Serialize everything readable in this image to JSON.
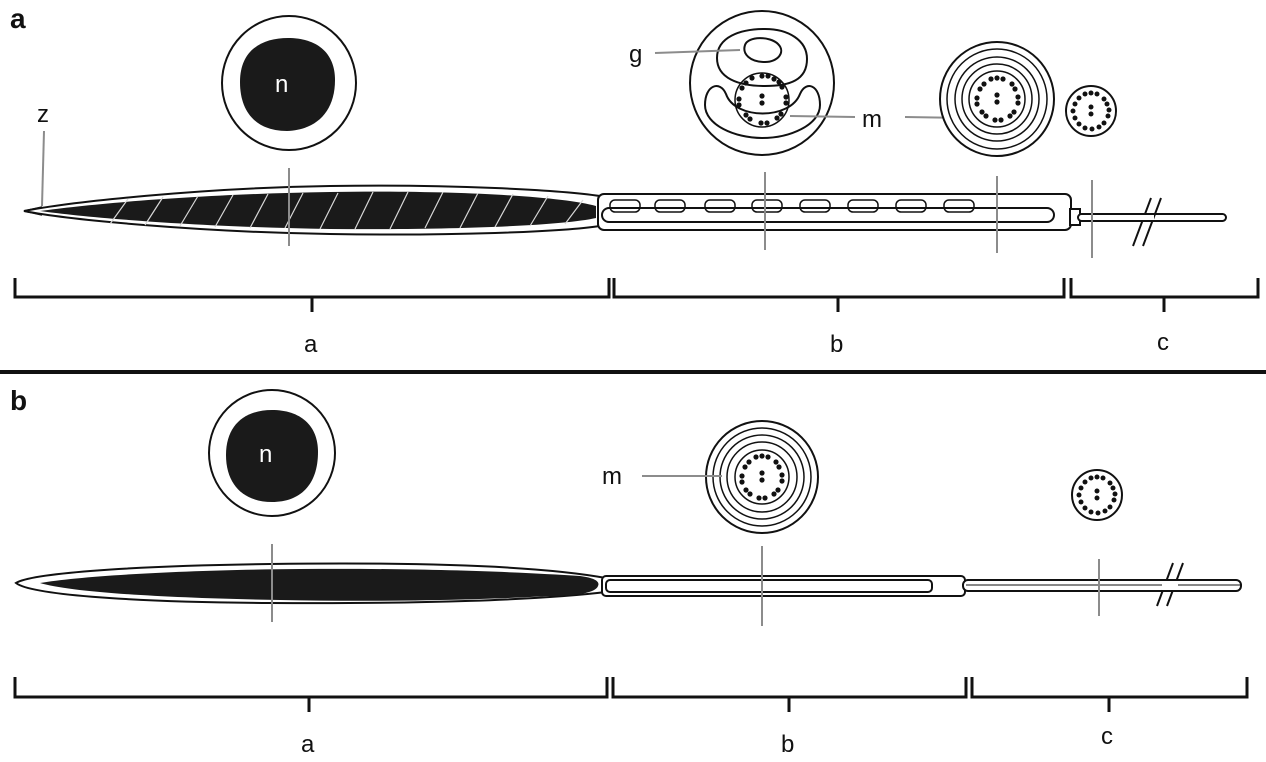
{
  "panels": [
    {
      "letter": "a",
      "cell_labels": {
        "nucleus": "n",
        "zone": "z",
        "granule": "g",
        "mitochondria": "m"
      },
      "segments": [
        "a",
        "b",
        "c"
      ]
    },
    {
      "letter": "b",
      "cell_labels": {
        "nucleus": "n",
        "mitochondria": "m"
      },
      "segments": [
        "a",
        "b",
        "c"
      ]
    }
  ]
}
